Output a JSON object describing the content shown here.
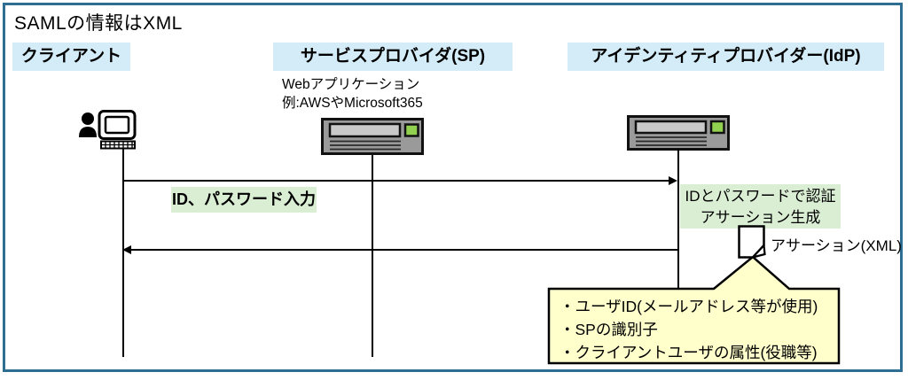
{
  "title": "SAMLの情報はXML",
  "lanes": {
    "client": {
      "label": "クライアント"
    },
    "sp": {
      "label": "サービスプロバイダ(SP)",
      "sublabel_line1": "Webアプリケーション",
      "sublabel_line2": "例:AWSやMicrosoft365"
    },
    "idp": {
      "label": "アイデンティティプロバイダー(IdP)"
    }
  },
  "messages": {
    "login_input_label": "ID、パスワード入力",
    "auth_note_line1": "IDとパスワードで認証",
    "auth_note_line2": "アサーション生成",
    "assertion_label": "アサーション(XML)"
  },
  "assertion_note": {
    "items": [
      "・ユーザID(メールアドレス等が使用)",
      "・SPの識別子",
      "・クライアントユーザの属性(役職等)"
    ]
  },
  "icons": {
    "client": "user-at-computer-icon",
    "sp": "server-icon",
    "idp": "server-icon",
    "assertion": "document-icon"
  },
  "colors": {
    "frame_border": "#2E6E93",
    "lane_header_bg": "#D3ECF8",
    "highlight_green_bg": "#DAEED4",
    "note_yellow_bg": "#FFFFCC",
    "server_led_green": "#92D050",
    "server_body_gray": "#9A9A9A",
    "text": "#000000"
  }
}
